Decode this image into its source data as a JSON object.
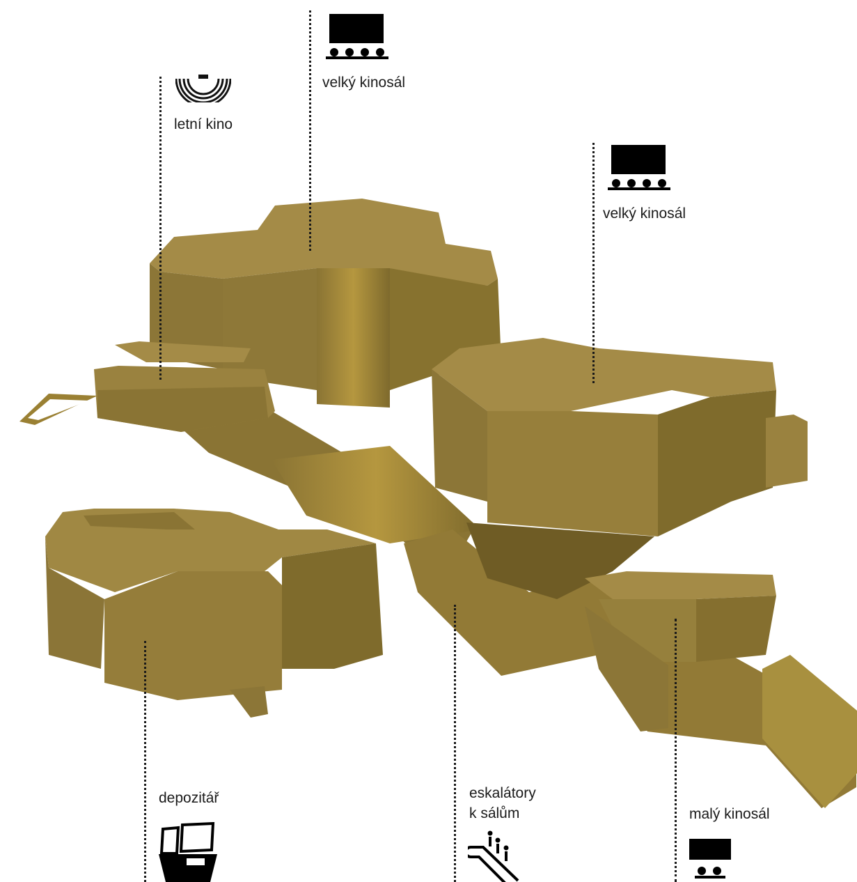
{
  "labels": {
    "summer_cinema": "letní kino",
    "big_hall_1": "velký kinosál",
    "big_hall_2": "velký kinosál",
    "depot": "depozitář",
    "escalators_line1": "eskalátory",
    "escalators_line2": "k sálům",
    "small_hall": "malý kinosál"
  },
  "icons": {
    "summer_cinema": "open-air-cinema-icon",
    "big_hall_1": "large-cinema-hall-icon",
    "big_hall_2": "large-cinema-hall-icon",
    "depot": "archive-depot-icon",
    "escalators": "escalator-icon",
    "small_hall": "small-cinema-hall-icon"
  },
  "colors": {
    "volume_top": "#A38B47",
    "volume_side": "#8D7638",
    "volume_dark": "#6F5C25",
    "volume_light": "#B89A45",
    "text": "#1a1a1a"
  }
}
